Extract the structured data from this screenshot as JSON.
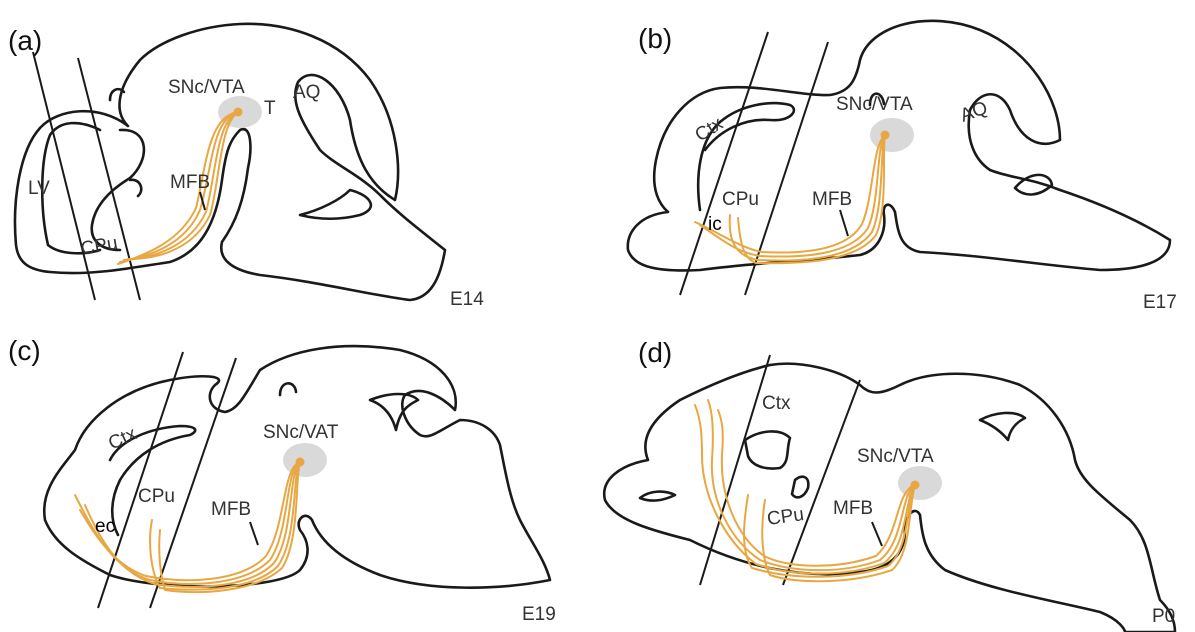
{
  "panels": [
    {
      "letter": "(a)",
      "stage": "E14",
      "labels": {
        "nucleus": "SNc/VTA",
        "t": "T",
        "aq": "AQ",
        "lv": "LV",
        "mfb": "MFB",
        "cpu": "CPu"
      }
    },
    {
      "letter": "(b)",
      "stage": "E17",
      "labels": {
        "nucleus": "SNc/VTA",
        "aq": "AQ",
        "ctx": "Ctx",
        "cpu": "CPu",
        "ic": "ic",
        "mfb": "MFB"
      }
    },
    {
      "letter": "(c)",
      "stage": "E19",
      "labels": {
        "nucleus": "SNc/VAT",
        "ctx": "Ctx",
        "cpu": "CPu",
        "mfb": "MFB",
        "ec": "ec"
      }
    },
    {
      "letter": "(d)",
      "stage": "P0",
      "labels": {
        "ctx": "Ctx",
        "nucleus": "SNc/VTA",
        "cpu": "CPu",
        "mfb": "MFB"
      }
    }
  ],
  "colors": {
    "fiber": "#e8a743",
    "nucleus": "#d9d9d9",
    "outline": "#1a1a1a"
  }
}
